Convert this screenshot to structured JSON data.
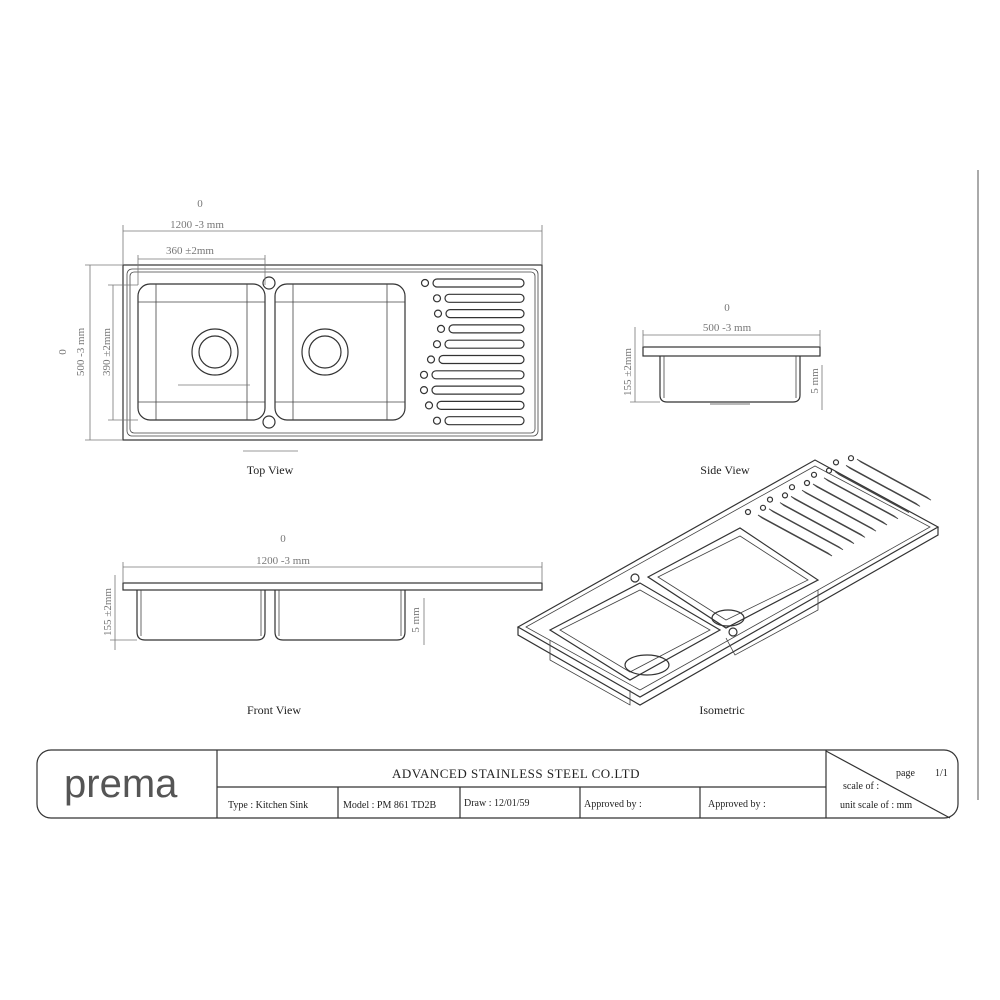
{
  "top_view": {
    "label": "Top View",
    "width_tol": "0",
    "width": "1200 -3 mm",
    "bowl_width": "360 ±2mm",
    "depth_tol": "0",
    "depth": "500 -3 mm",
    "bowl_depth": "390 ±2mm",
    "drain_rows": 10
  },
  "side_view": {
    "label": "Side View",
    "width_tol": "0",
    "width": "500 -3 mm",
    "height": "155 ±2mm",
    "rim": "5 mm"
  },
  "front_view": {
    "label": "Front View",
    "width_tol": "0",
    "width": "1200 -3 mm",
    "height": "155 ±2mm",
    "rim": "5 mm"
  },
  "isometric": {
    "label": "Isometric"
  },
  "title_block": {
    "logo": "prema",
    "company": "ADVANCED  STAINLESS  STEEL CO.LTD",
    "type": "Type : Kitchen Sink",
    "model": "Model : PM 861 TD2B",
    "draw": "Draw : 12/01/59",
    "approved_1": "Approved by :",
    "approved_2": "Approved by :",
    "page_label": "page",
    "page_value": "1/1",
    "scale": "scale of :",
    "unit_scale": "unit scale of :  mm"
  }
}
